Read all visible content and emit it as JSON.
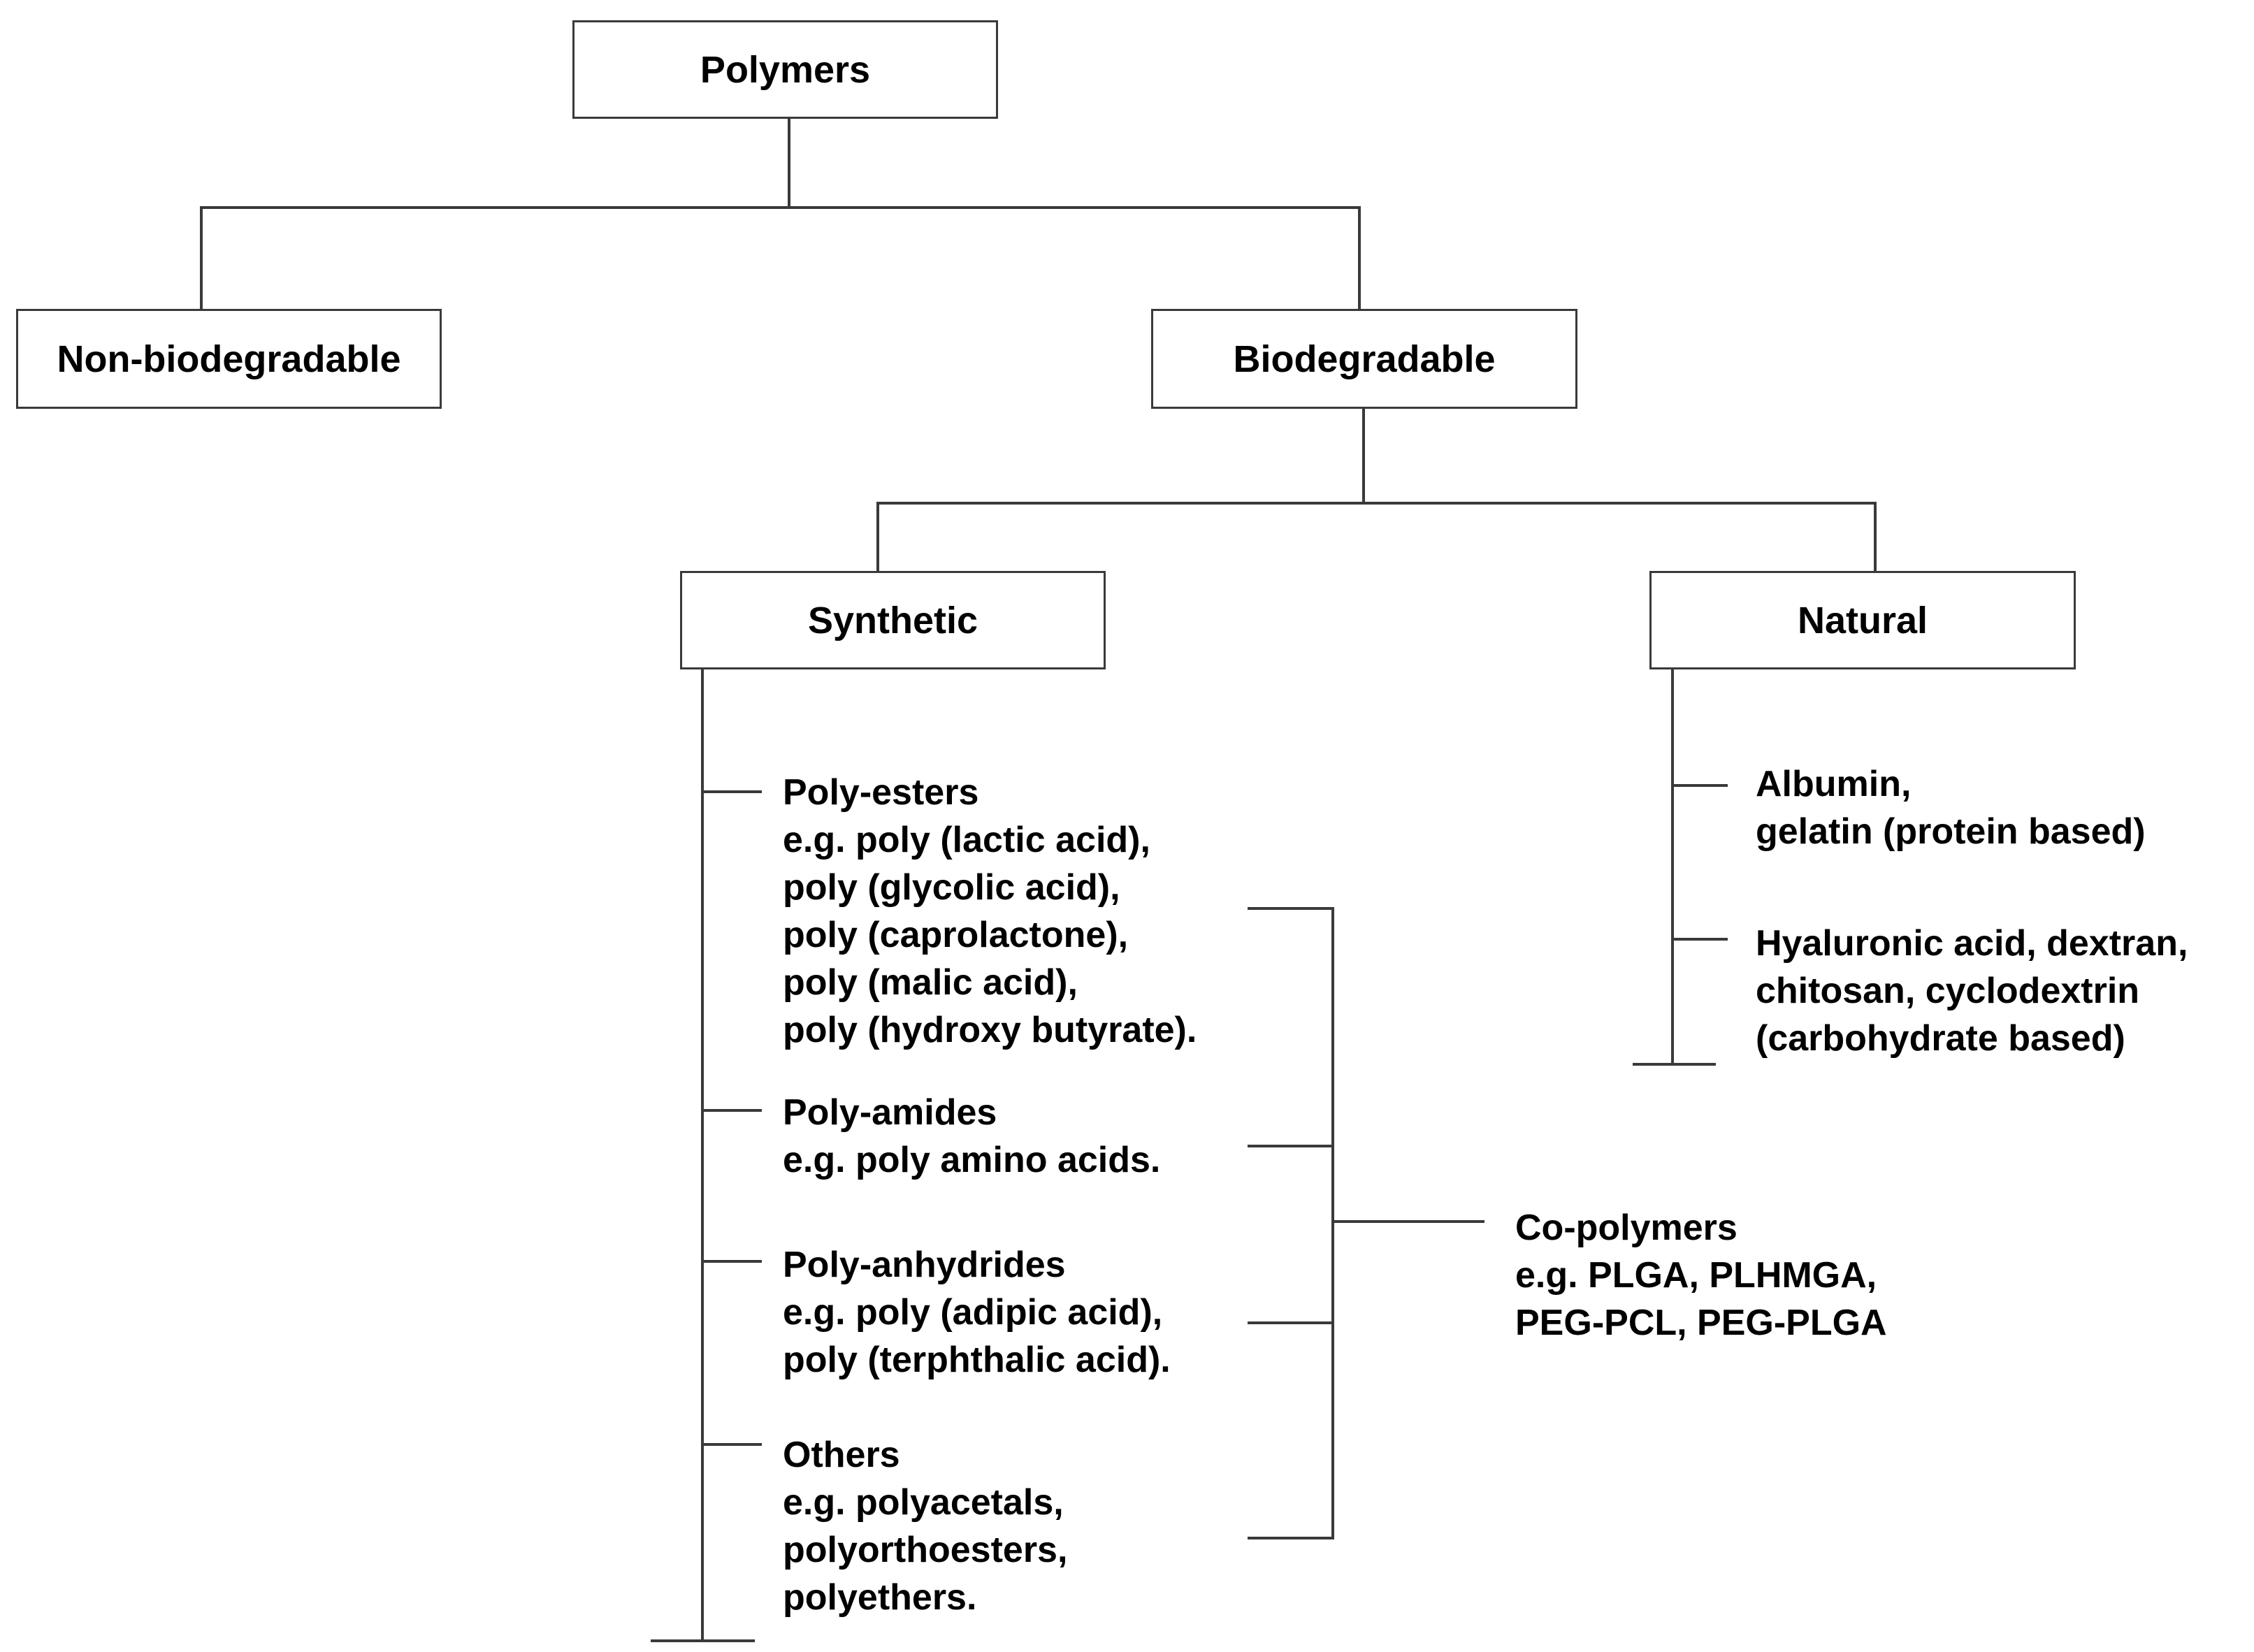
{
  "nodes": {
    "root": "Polymers",
    "non_bio": "Non-biodegradable",
    "bio": "Biodegradable",
    "synthetic": "Synthetic",
    "natural": "Natural"
  },
  "synthetic_items": [
    {
      "lines": [
        "Poly-esters",
        "e.g. poly (lactic acid),",
        "poly (glycolic acid),",
        "poly (caprolactone),",
        "poly (malic acid),",
        "poly (hydroxy butyrate)."
      ]
    },
    {
      "lines": [
        "Poly-amides",
        "e.g. poly amino acids."
      ]
    },
    {
      "lines": [
        "Poly-anhydrides",
        "e.g. poly (adipic acid),",
        "poly (terphthalic acid)."
      ]
    },
    {
      "lines": [
        "Others",
        "e.g. polyacetals,",
        "polyorthoesters,",
        "polyethers."
      ]
    }
  ],
  "natural_items": [
    {
      "lines": [
        "Albumin,",
        "gelatin (protein based)"
      ]
    },
    {
      "lines": [
        "Hyaluronic acid, dextran,",
        "chitosan, cyclodextrin",
        "(carbohydrate based)"
      ]
    }
  ],
  "copolymers": {
    "lines": [
      "Co-polymers",
      "e.g. PLGA, PLHMGA,",
      "PEG-PCL, PEG-PLGA"
    ]
  },
  "colors": {
    "line": "#3a3a3a",
    "text": "#000000"
  }
}
